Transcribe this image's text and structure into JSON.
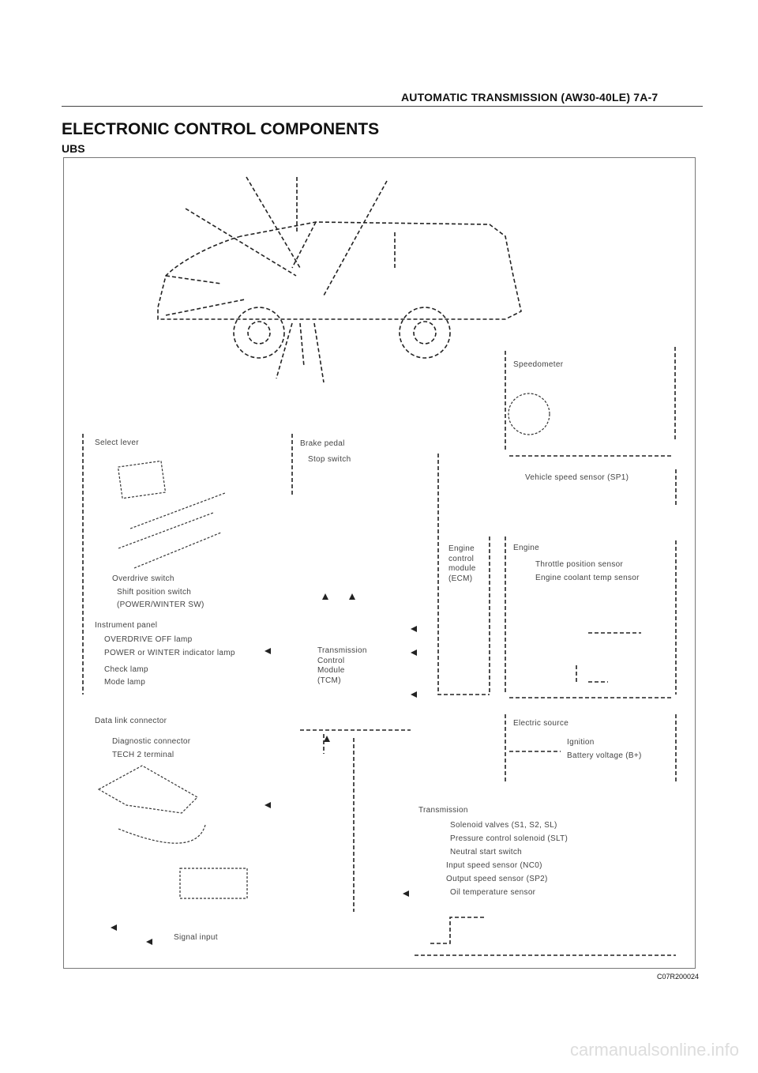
{
  "page": {
    "header": "AUTOMATIC TRANSMISSION (AW30-40LE)  7A-7",
    "title": "ELECTRONIC CONTROL COMPONENTS",
    "subtitle": "UBS",
    "figure_code": "C07R200024",
    "watermark": "carmanualsonline.info"
  },
  "diagram": {
    "speedometer": {
      "title": "Speedometer"
    },
    "vehicle_speed_sensor": "Vehicle speed sensor (SP1)",
    "select_lever": {
      "title": "Select lever",
      "items": [
        "Overdrive switch",
        "Shift position switch",
        "(POWER/WINTER SW)"
      ]
    },
    "brake_pedal": {
      "title": "Brake pedal",
      "items": [
        "Stop switch"
      ]
    },
    "ecm_box": [
      "Engine",
      "control",
      "module",
      "(ECM)"
    ],
    "engine": {
      "title": "Engine",
      "items": [
        "Throttle position sensor",
        "Engine coolant temp sensor"
      ]
    },
    "instrument_panel": {
      "title": "Instrument panel",
      "items": [
        "OVERDRIVE OFF lamp",
        "POWER or WINTER indicator lamp",
        "Check lamp",
        "Mode lamp"
      ]
    },
    "tcm_box": [
      "Transmission",
      "Control",
      "Module",
      "(TCM)"
    ],
    "data_link": {
      "title": "Data link connector",
      "items": [
        "Diagnostic connector",
        "TECH 2 terminal"
      ]
    },
    "electric_source": {
      "title": "Electric source",
      "items": [
        "Ignition",
        "Battery voltage (B+)"
      ]
    },
    "transmission": {
      "title": "Transmission",
      "items": [
        "Solenoid valves (S1, S2, SL)",
        "Pressure control solenoid (SLT)",
        "Neutral start switch",
        "Input speed sensor (NC0)",
        "Output speed sensor (SP2)",
        "Oil temperature sensor"
      ]
    },
    "signal_input": "Signal input"
  }
}
